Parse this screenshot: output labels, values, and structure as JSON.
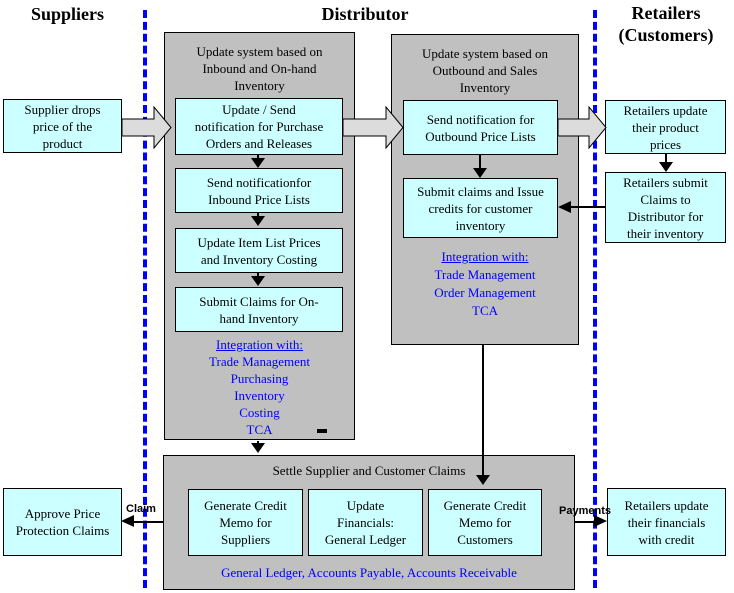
{
  "headers": {
    "suppliers": "Suppliers",
    "distributor": "Distributor",
    "retailers_line1": "Retailers",
    "retailers_line2": "(Customers)"
  },
  "colors": {
    "panel_gray": "#c0c0c0",
    "box_cyan": "#ccffff",
    "separator_blue": "#0000ff",
    "integration_text_blue": "#0000ff",
    "block_arrow_gray": "#dcdcdc"
  },
  "supplier_column": {
    "drop_price_box": "Supplier drops\nprice of the\nproduct",
    "approve_claims_box": "Approve Price\nProtection Claims"
  },
  "inbound_panel": {
    "title": "Update system based on\nInbound and On-hand\nInventory",
    "steps": [
      "Update / Send\nnotification for Purchase\nOrders and Releases",
      "Send notificationfor\nInbound Price Lists",
      "Update Item List Prices\nand Inventory Costing",
      "Submit Claims for On-\nhand Inventory"
    ],
    "integration_title": "Integration with: ",
    "integration_items": [
      "Trade Management",
      "Purchasing",
      "Inventory",
      "Costing",
      "TCA"
    ]
  },
  "outbound_panel": {
    "title": "Update system based on\nOutbound and Sales\nInventory",
    "steps": [
      "Send notification for\nOutbound Price Lists",
      "Submit claims and Issue\ncredits for customer\ninventory"
    ],
    "integration_title": "Integration with: ",
    "integration_items": [
      "Trade Management",
      "Order Management",
      "TCA"
    ]
  },
  "retailer_column": {
    "update_prices_box": "Retailers update\ntheir product\nprices",
    "submit_claims_box": "Retailers submit\nClaims to\nDistributor for\ntheir inventory",
    "financials_box": "Retailers update\ntheir financials\nwith credit"
  },
  "settle_panel": {
    "title": "Settle Supplier and Customer Claims",
    "boxes": [
      "Generate Credit\nMemo for\nSuppliers",
      "Update\nFinancials:\nGeneral Ledger",
      "Generate Credit\nMemo for\nCustomers"
    ],
    "footer": "General Ledger, Accounts Payable, Accounts Receivable"
  },
  "labels": {
    "claim": "Claim",
    "payments": "Payments"
  }
}
